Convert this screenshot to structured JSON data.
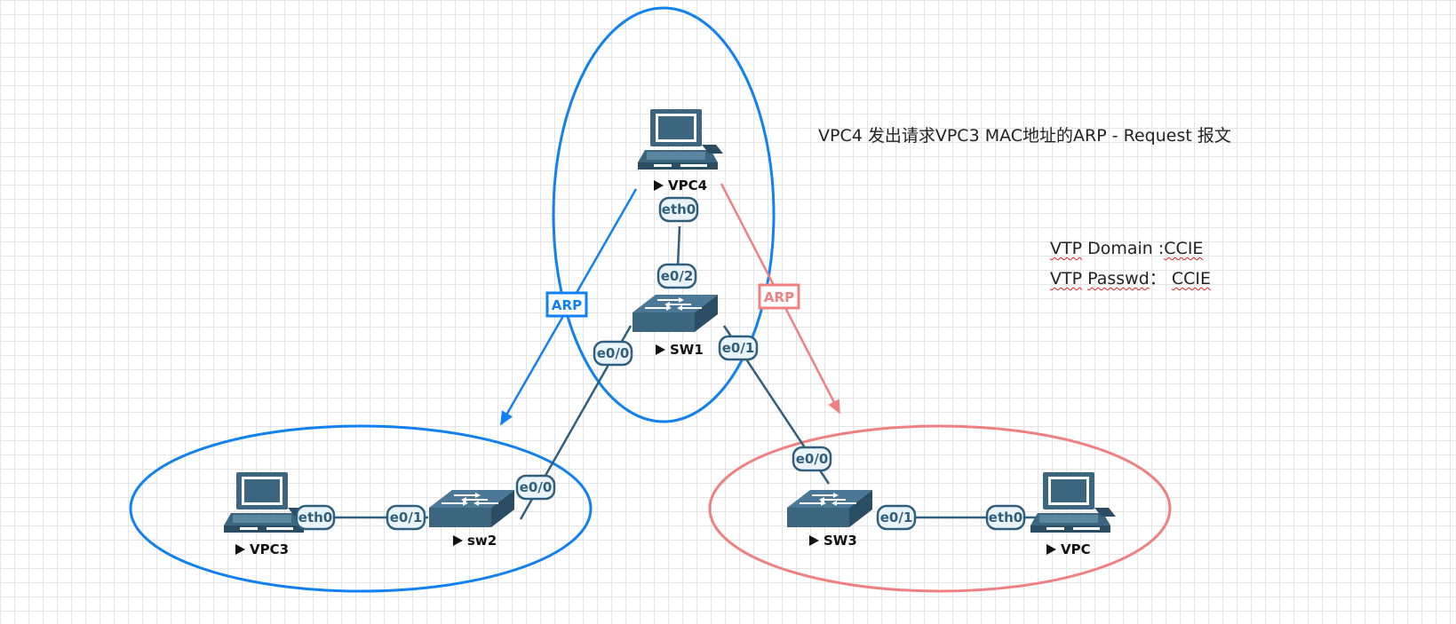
{
  "annotation": "VPC4 发出请求VPC3  MAC地址的ARP - Request 报文",
  "vtp": {
    "domain_key": "VTP",
    "domain_mid": " Domain :",
    "domain_value": "CCIE",
    "passwd_key": "VTP",
    "passwd_mid": "Passwd",
    "passwd_sep": "：",
    "passwd_value": "CCIE"
  },
  "arp_labels": {
    "left": "ARP",
    "right": "ARP"
  },
  "nodes": {
    "vpc4": "VPC4",
    "sw1": "SW1",
    "vpc3": "VPC3",
    "sw2": "sw2",
    "sw3": "SW3",
    "vpc": "VPC"
  },
  "ports": {
    "vpc4_eth0": "eth0",
    "sw1_e02": "e0/2",
    "sw1_e00": "e0/0",
    "sw1_e01": "e0/1",
    "sw2_e00": "e0/0",
    "sw2_e01": "e0/1",
    "vpc3_eth0": "eth0",
    "sw3_e00": "e0/0",
    "sw3_e01": "e0/1",
    "vpc_eth0": "eth0"
  },
  "colors": {
    "blue_group": "#1180f0",
    "red_group": "#f08080",
    "link": "#2f5f7c",
    "device": "#3c6680"
  },
  "icons": {
    "pc": "desktop-computer-icon",
    "switch": "network-switch-icon",
    "play": "triangle-right-icon"
  }
}
